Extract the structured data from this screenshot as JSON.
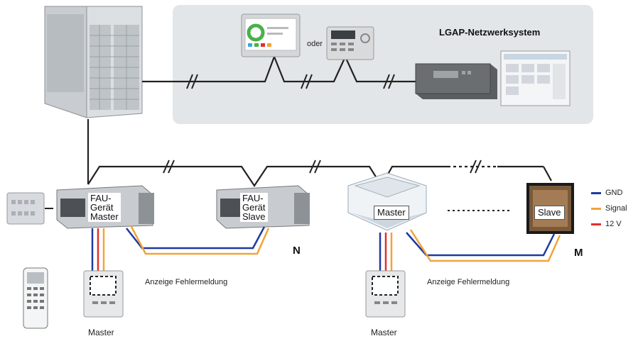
{
  "network": {
    "title": "LGAP-Netzwerksystem",
    "or_label": "oder"
  },
  "fau_master": {
    "label_lines": [
      "FAU-",
      "Gerät",
      "Master"
    ]
  },
  "fau_slave": {
    "label_lines": [
      "FAU-",
      "Gerät",
      "Slave"
    ]
  },
  "cassette": {
    "label": "Master"
  },
  "slave_unit": {
    "label": "Slave"
  },
  "group_letters": {
    "n": "N",
    "m": "M"
  },
  "dots": "·········",
  "remote_left": {
    "caption": "Master",
    "error_text": "Anzeige Fehlermeldung"
  },
  "remote_right": {
    "caption": "Master",
    "error_text": "Anzeige Fehlermeldung"
  },
  "legend": [
    {
      "label": "GND",
      "color": "#1f3aa0"
    },
    {
      "label": "Signal",
      "color": "#f2a33a"
    },
    {
      "label": "12 V",
      "color": "#e0302a"
    }
  ],
  "colors": {
    "panel": "#e3e6e8",
    "wire": "#222222",
    "gnd": "#1f3aa0",
    "signal": "#f2a33a",
    "v12": "#e0302a"
  }
}
